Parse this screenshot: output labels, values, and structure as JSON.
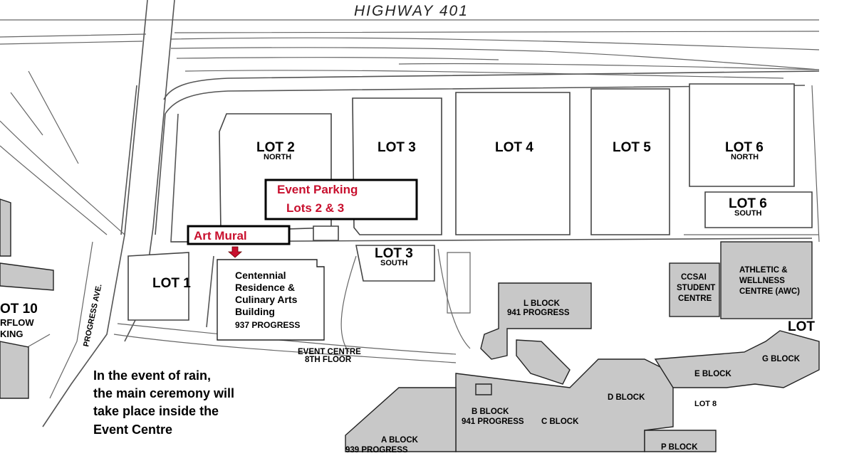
{
  "highway": "HIGHWAY 401",
  "street": "PROGRESS AVE.",
  "lots": {
    "lot2": {
      "name": "LOT 2",
      "sub": "NORTH"
    },
    "lot3": {
      "name": "LOT 3"
    },
    "lot4": {
      "name": "LOT 4"
    },
    "lot5": {
      "name": "LOT 5"
    },
    "lot6n": {
      "name": "LOT 6",
      "sub": "NORTH"
    },
    "lot6s": {
      "name": "LOT 6",
      "sub": "SOUTH"
    },
    "lot3s": {
      "name": "LOT 3",
      "sub": "SOUTH"
    },
    "lot1": {
      "name": "LOT 1"
    },
    "lot10": {
      "name": "OT 10"
    },
    "overflow": {
      "line1": "RFLOW",
      "line2": "KING"
    },
    "lot7": {
      "name": "LOT"
    },
    "lot8": {
      "name": "LOT 8"
    }
  },
  "callouts": {
    "event_parking_line1": "Event Parking",
    "event_parking_line2": "Lots 2 & 3",
    "art_mural": "Art Mural"
  },
  "buildings": {
    "centennial": [
      "Centennial",
      "Residence &",
      "Culinary Arts",
      "Building"
    ],
    "centennial_addr": "937 PROGRESS",
    "event_centre_1": "EVENT CENTRE",
    "event_centre_2": "8TH FLOOR",
    "l_block": "L BLOCK",
    "l_block_addr": "941 PROGRESS",
    "ccsai": [
      "CCSAI",
      "STUDENT",
      "CENTRE"
    ],
    "awc": [
      "ATHLETIC &",
      "WELLNESS",
      "CENTRE (AWC)"
    ],
    "g_block": "G BLOCK",
    "e_block": "E BLOCK",
    "d_block": "D BLOCK",
    "b_block": "B BLOCK",
    "b_block_addr": "941 PROGRESS",
    "c_block": "C BLOCK",
    "a_block": "A BLOCK",
    "a_block_addr": "939 PROGRESS",
    "p_block": "P BLOCK"
  },
  "rain_note": [
    "In the event of rain,",
    "the main ceremony will",
    "take place inside the",
    "Event Centre"
  ],
  "colors": {
    "callout": "#c8102e",
    "building": "#c8c8c8"
  }
}
